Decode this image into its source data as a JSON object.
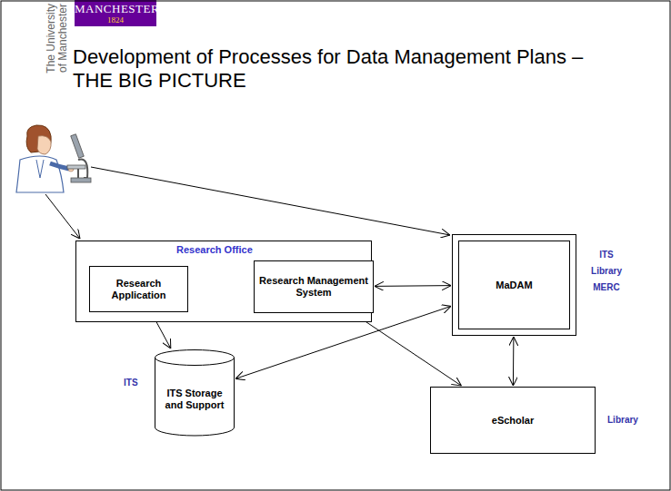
{
  "diagram": {
    "title": "Development of Processes for Data Management Plans – THE BIG PICTURE",
    "nodes": [
      {
        "text": [
          "Research Office"
        ]
      },
      {
        "text": [
          "Research Application"
        ],
        "in": 0
      },
      {
        "text": [
          "Research Management System"
        ],
        "in": 0
      },
      {
        "text": [
          "MaDAM"
        ]
      },
      {
        "text": [
          "ITS Storage and Support"
        ]
      },
      {
        "text": [
          "eScholar"
        ]
      }
    ],
    "edges": [
      {
        "from": 1,
        "to": 2,
        "arrow": "to"
      },
      {
        "from": 1,
        "to": 4,
        "arrow": "to"
      },
      {
        "from": 2,
        "to": 3,
        "arrow": "both"
      },
      {
        "from": 2,
        "to": 5,
        "arrow": "both"
      },
      {
        "from": 3,
        "to": 4,
        "arrow": "both"
      },
      {
        "from": 3,
        "to": 5,
        "arrow": "both"
      }
    ],
    "labels": [
      "MANCHESTER",
      "1824",
      "The University of Manchester",
      "ITS Library MERC",
      "ITS",
      "Library"
    ]
  }
}
